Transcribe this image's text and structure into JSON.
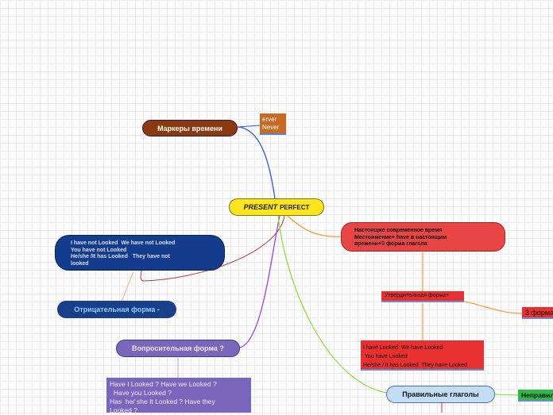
{
  "central_topic": {
    "part1": "PRESENT",
    "part2": "PERFECT"
  },
  "markers": {
    "label": "Маркеры времени",
    "sub_lines": [
      "erver",
      "Never"
    ]
  },
  "definition": {
    "lines": [
      "Настоящие современное время",
      "Местоимение+ have в настоящим",
      "времени+3 форма глагола"
    ]
  },
  "affirmative": {
    "label": "Утвердительная форма+",
    "example_lines": [
      "I have Looked  We have Looked",
      " You have Looked",
      "He/she / it has Looked  They have Looked"
    ],
    "third_form_label": "3 форма"
  },
  "negative": {
    "label": "Отрицательная форма -",
    "example_lines": [
      "I have not Looked  We have not Looked",
      "You have not Looked",
      "He/she /It has Looked   They have not",
      "looked"
    ]
  },
  "interrogative": {
    "label": "Вопросительная форма ?",
    "example_lines": [
      "Have I Looked ? Have we Looked ?",
      "  Have you Looked ?",
      "Has  he/ she It Looked ? Have they",
      "Looked ?"
    ]
  },
  "regular_verbs": {
    "label": "Правильные глаголы"
  },
  "irregular_verbs": {
    "label": "Неправильные"
  },
  "colors": {
    "central": "#fbe51f",
    "markers": "#8b3a10",
    "definition": "#e84545",
    "affirmative": "#e83030",
    "negative": "#143c8c",
    "interrogative": "#7a66ba",
    "regular": "#c4dcf5",
    "irregular": "#2fb84a"
  }
}
